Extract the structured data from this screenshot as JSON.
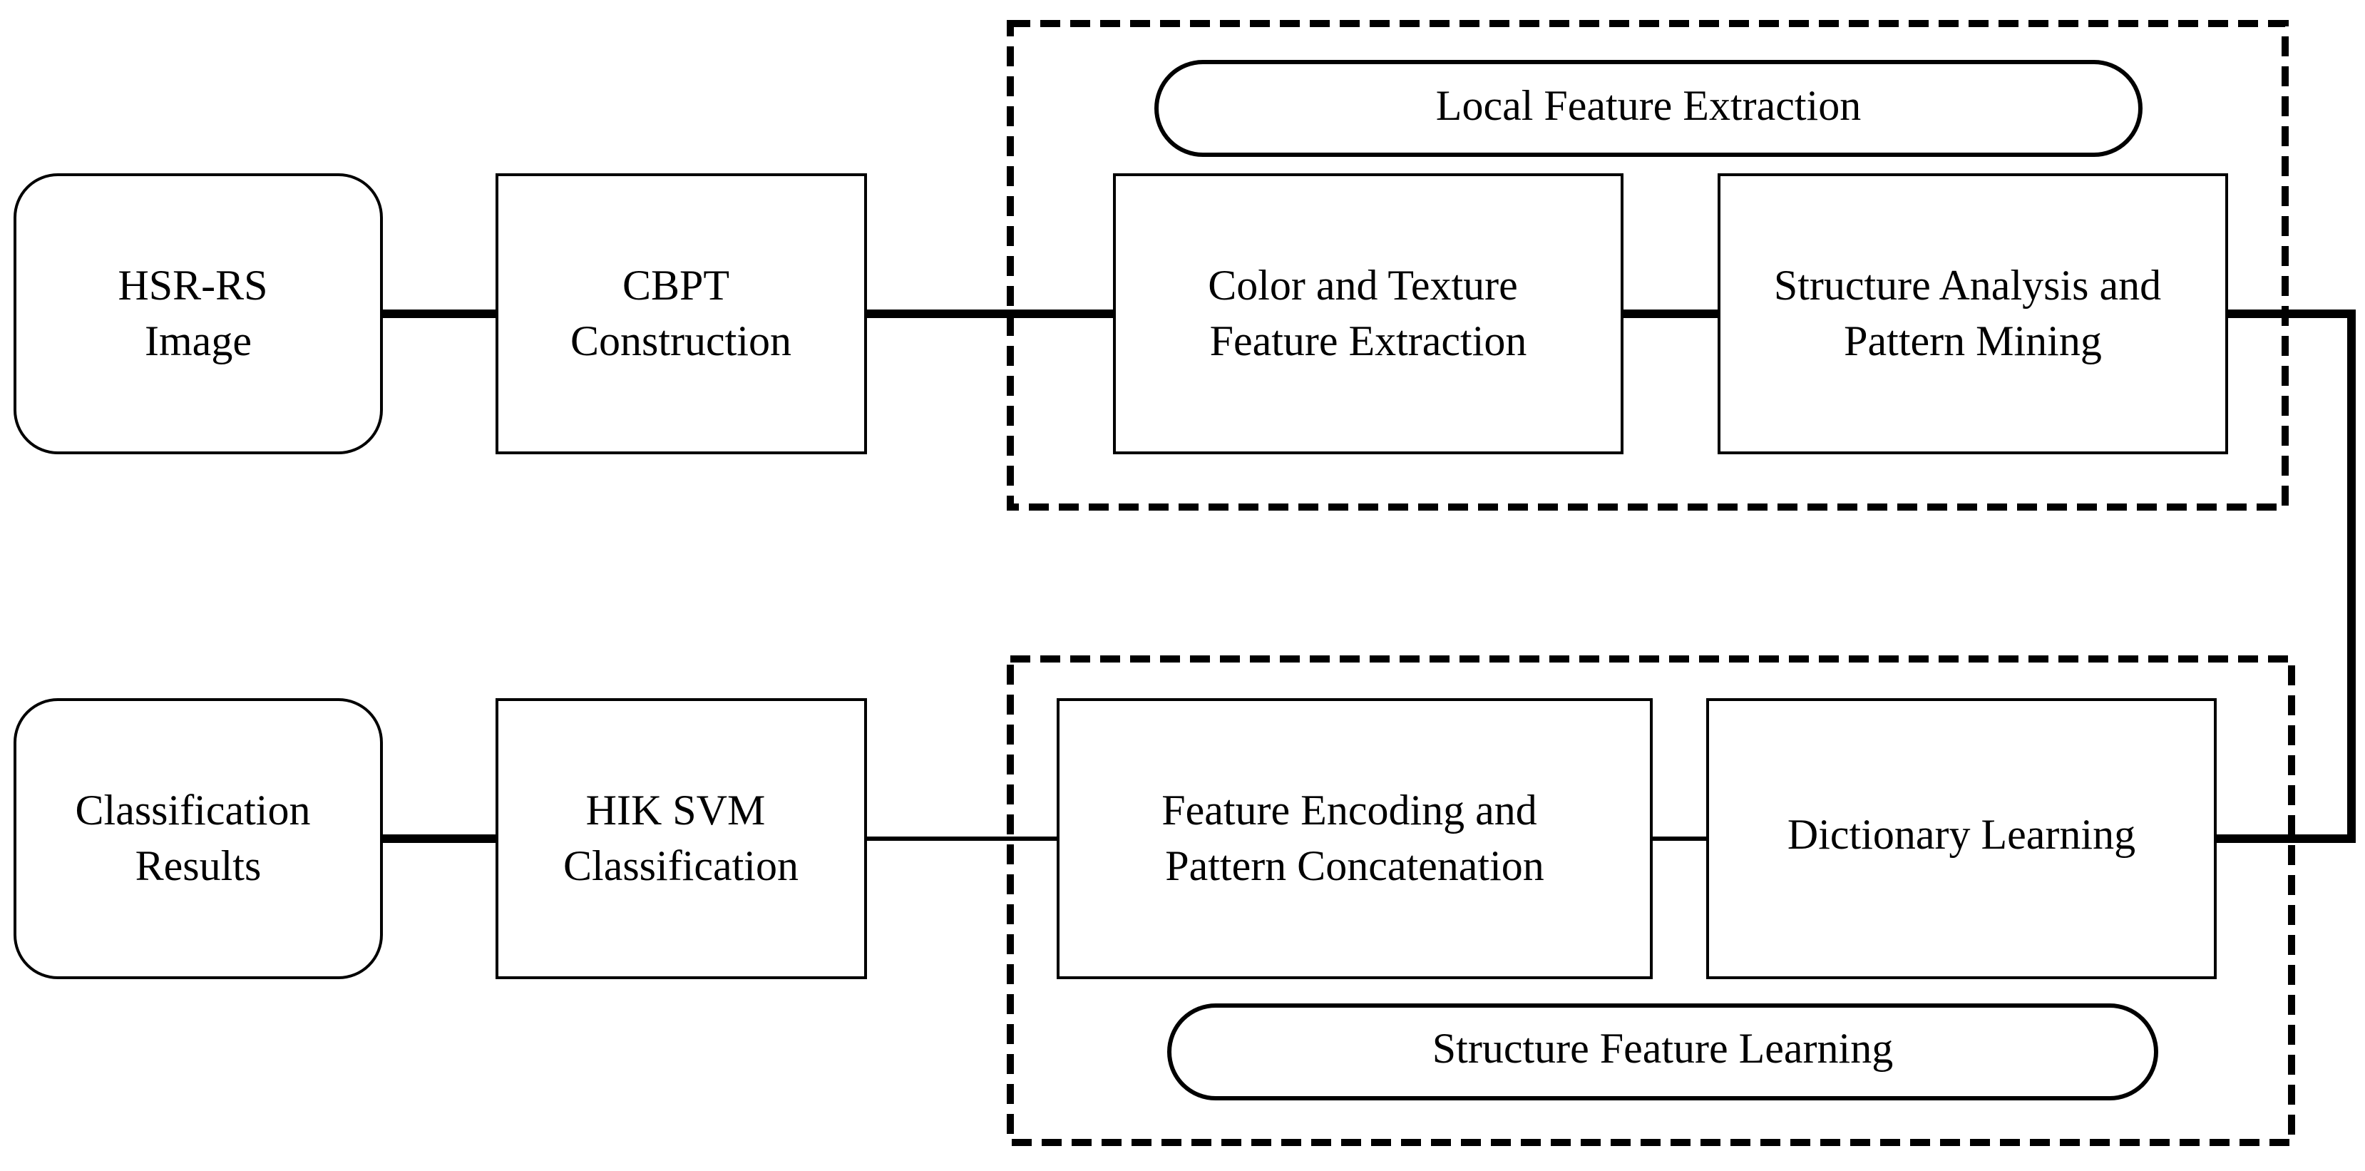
{
  "diagram": {
    "nodes": {
      "hsr_rs_image": {
        "lines": [
          "HSR-RS",
          "Image"
        ]
      },
      "cbpt_construction": {
        "lines": [
          "CBPT",
          "Construction"
        ]
      },
      "color_texture": {
        "lines": [
          "Color and Texture",
          "Feature Extraction"
        ]
      },
      "structure_analysis": {
        "lines": [
          "Structure Analysis and",
          "Pattern Mining"
        ]
      },
      "dictionary_learning": {
        "lines": [
          "Dictionary Learning"
        ]
      },
      "feature_encoding": {
        "lines": [
          "Feature Encoding and",
          "Pattern Concatenation"
        ]
      },
      "hik_svm": {
        "lines": [
          "HIK SVM",
          "Classification"
        ]
      },
      "classification_results": {
        "lines": [
          "Classification",
          "Results"
        ]
      }
    },
    "groups": {
      "local_feature_extraction": {
        "label": "Local Feature Extraction"
      },
      "structure_feature_learning": {
        "label": "Structure Feature Learning"
      }
    },
    "edges": [
      {
        "from": "HSR-RS Image",
        "to": "CBPT Construction"
      },
      {
        "from": "CBPT Construction",
        "to": "Color and Texture Feature Extraction"
      },
      {
        "from": "Color and Texture Feature Extraction",
        "to": "Structure Analysis and Pattern Mining"
      },
      {
        "from": "Structure Analysis and Pattern Mining",
        "to": "Dictionary Learning"
      },
      {
        "from": "Dictionary Learning",
        "to": "Feature Encoding and Pattern Concatenation"
      },
      {
        "from": "Feature Encoding and Pattern Concatenation",
        "to": "HIK SVM Classification"
      },
      {
        "from": "HIK SVM Classification",
        "to": "Classification Results"
      }
    ]
  }
}
